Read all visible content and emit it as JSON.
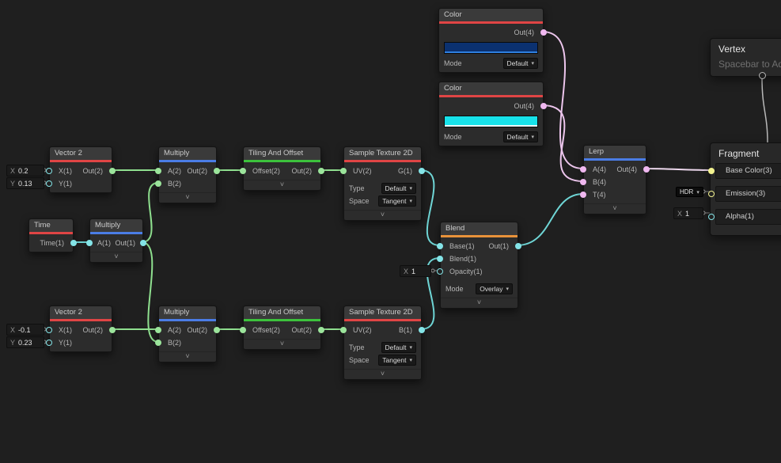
{
  "icons": {
    "chevron_down": "˅",
    "dropdown_arrow": "▾"
  },
  "palette": {
    "background": "#1f1f1f",
    "category_red": "#e04545",
    "category_blue": "#4b7de6",
    "category_green": "#3cc23c",
    "category_orange": "#e8923a",
    "port_float": "#84e4e7",
    "port_vector2": "#9be49b",
    "port_vector3": "#f2f28f",
    "port_vector4": "#f0b8f0",
    "wire_float": "#6fd6d6",
    "wire_vector2": "#8fe08f",
    "wire_vector4": "#edc6ed"
  },
  "nodes": {
    "color_top": {
      "title": "Color",
      "out": "Out(4)",
      "mode_label": "Mode",
      "mode_value": "Default",
      "swatch_color": "#0b3170",
      "swatch_accent": "#2e7fe0"
    },
    "color_bottom": {
      "title": "Color",
      "out": "Out(4)",
      "mode_label": "Mode",
      "mode_value": "Default",
      "swatch_color": "#17e2ea",
      "swatch_accent": "#eafdff"
    },
    "vector2_top": {
      "title": "Vector 2",
      "in_x": "X(1)",
      "in_y": "Y(1)",
      "out": "Out(2)",
      "field_x_label": "X",
      "field_x_value": "0.2",
      "field_y_label": "Y",
      "field_y_value": "0.13"
    },
    "vector2_bottom": {
      "title": "Vector 2",
      "in_x": "X(1)",
      "in_y": "Y(1)",
      "out": "Out(2)",
      "field_x_label": "X",
      "field_x_value": "-0.1",
      "field_y_label": "Y",
      "field_y_value": "0.23"
    },
    "multiply_top": {
      "title": "Multiply",
      "in_a": "A(2)",
      "in_b": "B(2)",
      "out": "Out(2)"
    },
    "multiply_mid": {
      "title": "Multiply",
      "in_a": "A(1)",
      "out": "Out(1)"
    },
    "multiply_bottom": {
      "title": "Multiply",
      "in_a": "A(2)",
      "in_b": "B(2)",
      "out": "Out(2)"
    },
    "tiling_top": {
      "title": "Tiling And Offset",
      "in_offset": "Offset(2)",
      "out": "Out(2)"
    },
    "tiling_bottom": {
      "title": "Tiling And Offset",
      "in_offset": "Offset(2)",
      "out": "Out(2)"
    },
    "sample_top": {
      "title": "Sample Texture 2D",
      "in_uv": "UV(2)",
      "out": "G(1)",
      "type_label": "Type",
      "type_value": "Default",
      "space_label": "Space",
      "space_value": "Tangent"
    },
    "sample_bottom": {
      "title": "Sample Texture 2D",
      "in_uv": "UV(2)",
      "out": "B(1)",
      "type_label": "Type",
      "type_value": "Default",
      "space_label": "Space",
      "space_value": "Tangent"
    },
    "time": {
      "title": "Time",
      "out": "Time(1)"
    },
    "blend": {
      "title": "Blend",
      "in_base": "Base(1)",
      "in_blend": "Blend(1)",
      "in_opacity": "Opacity(1)",
      "out": "Out(1)",
      "mode_label": "Mode",
      "mode_value": "Overlay",
      "opacity_field_label": "X",
      "opacity_field_value": "1"
    },
    "lerp": {
      "title": "Lerp",
      "in_a": "A(4)",
      "in_b": "B(4)",
      "in_t": "T(4)",
      "out": "Out(4)"
    },
    "vertex": {
      "title": "Vertex",
      "placeholder": "Spacebar to Add"
    },
    "fragment": {
      "title": "Fragment",
      "base_color": "Base Color(3)",
      "emission": "Emission(3)",
      "alpha": "Alpha(1)",
      "hdr_badge": "HDR",
      "alpha_field_label": "X",
      "alpha_field_value": "1"
    }
  }
}
